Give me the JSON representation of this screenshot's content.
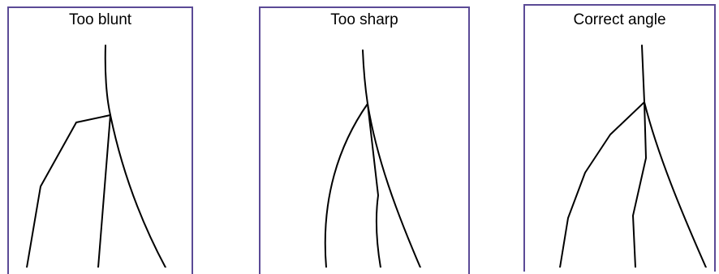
{
  "panels": [
    {
      "title": "Too blunt"
    },
    {
      "title": "Too sharp"
    },
    {
      "title": "Correct angle"
    }
  ],
  "colors": {
    "frame": "#5b4a96",
    "stroke": "#000000",
    "background": "#ffffff"
  }
}
